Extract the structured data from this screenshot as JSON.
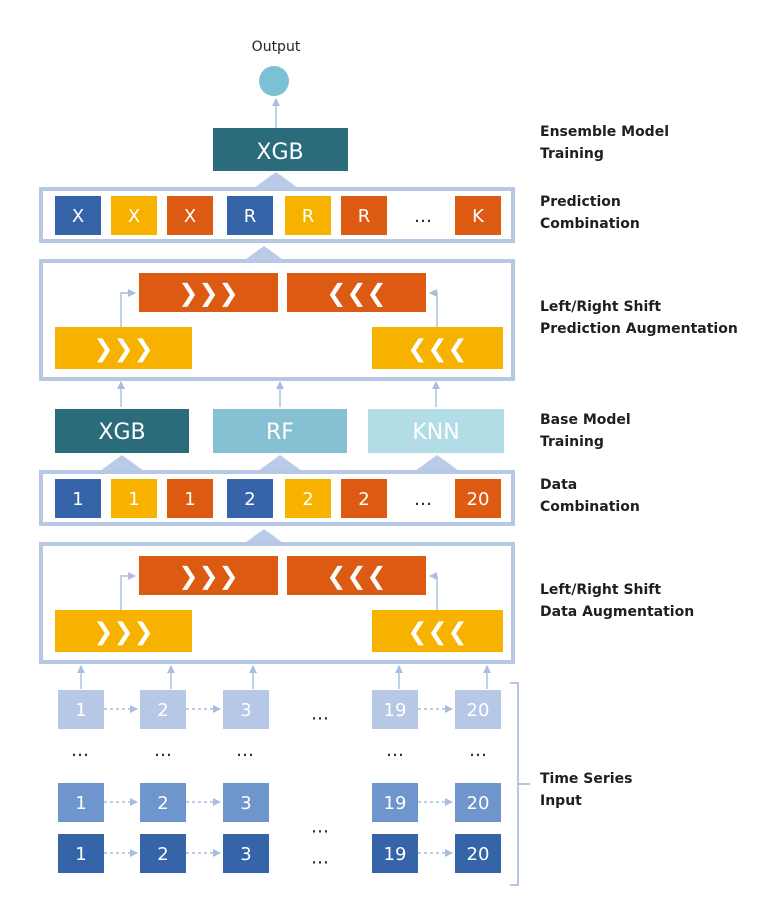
{
  "output_label": "Output",
  "ensemble_model": "XGB",
  "prediction_cells": [
    "X",
    "X",
    "X",
    "R",
    "R",
    "R",
    "…",
    "K"
  ],
  "shift_right_glyph": "❯❯❯",
  "shift_left_glyph": "❮❮❮",
  "base_models": [
    "XGB",
    "RF",
    "KNN"
  ],
  "data_cells": [
    "1",
    "1",
    "1",
    "2",
    "2",
    "2",
    "…",
    "20"
  ],
  "series_cells": [
    "1",
    "2",
    "3",
    "…",
    "19",
    "20"
  ],
  "ellipsis": "…",
  "side_labels": {
    "ensemble": [
      "Ensemble Model",
      "Training"
    ],
    "prediction_combination": [
      "Prediction",
      "Combination"
    ],
    "prediction_augmentation": [
      "Left/Right Shift",
      "Prediction Augmentation"
    ],
    "base_model": [
      "Base Model",
      "Training"
    ],
    "data_combination": [
      "Data",
      "Combination"
    ],
    "data_augmentation": [
      "Left/Right Shift",
      "Data Augmentation"
    ],
    "time_series": [
      "Time Series",
      "Input"
    ]
  },
  "colors": {
    "blue_dark": "#3565a8",
    "gold": "#f7b200",
    "orange": "#dc5a12",
    "teal_dark": "#2a6b7c",
    "teal_mid": "#86c0d3",
    "teal_light": "#b2dce6",
    "node": "#7cc0d6",
    "frame": "#b7c8e4",
    "blue_faded": "#b7c8e6",
    "blue_mid": "#6f95cd"
  }
}
